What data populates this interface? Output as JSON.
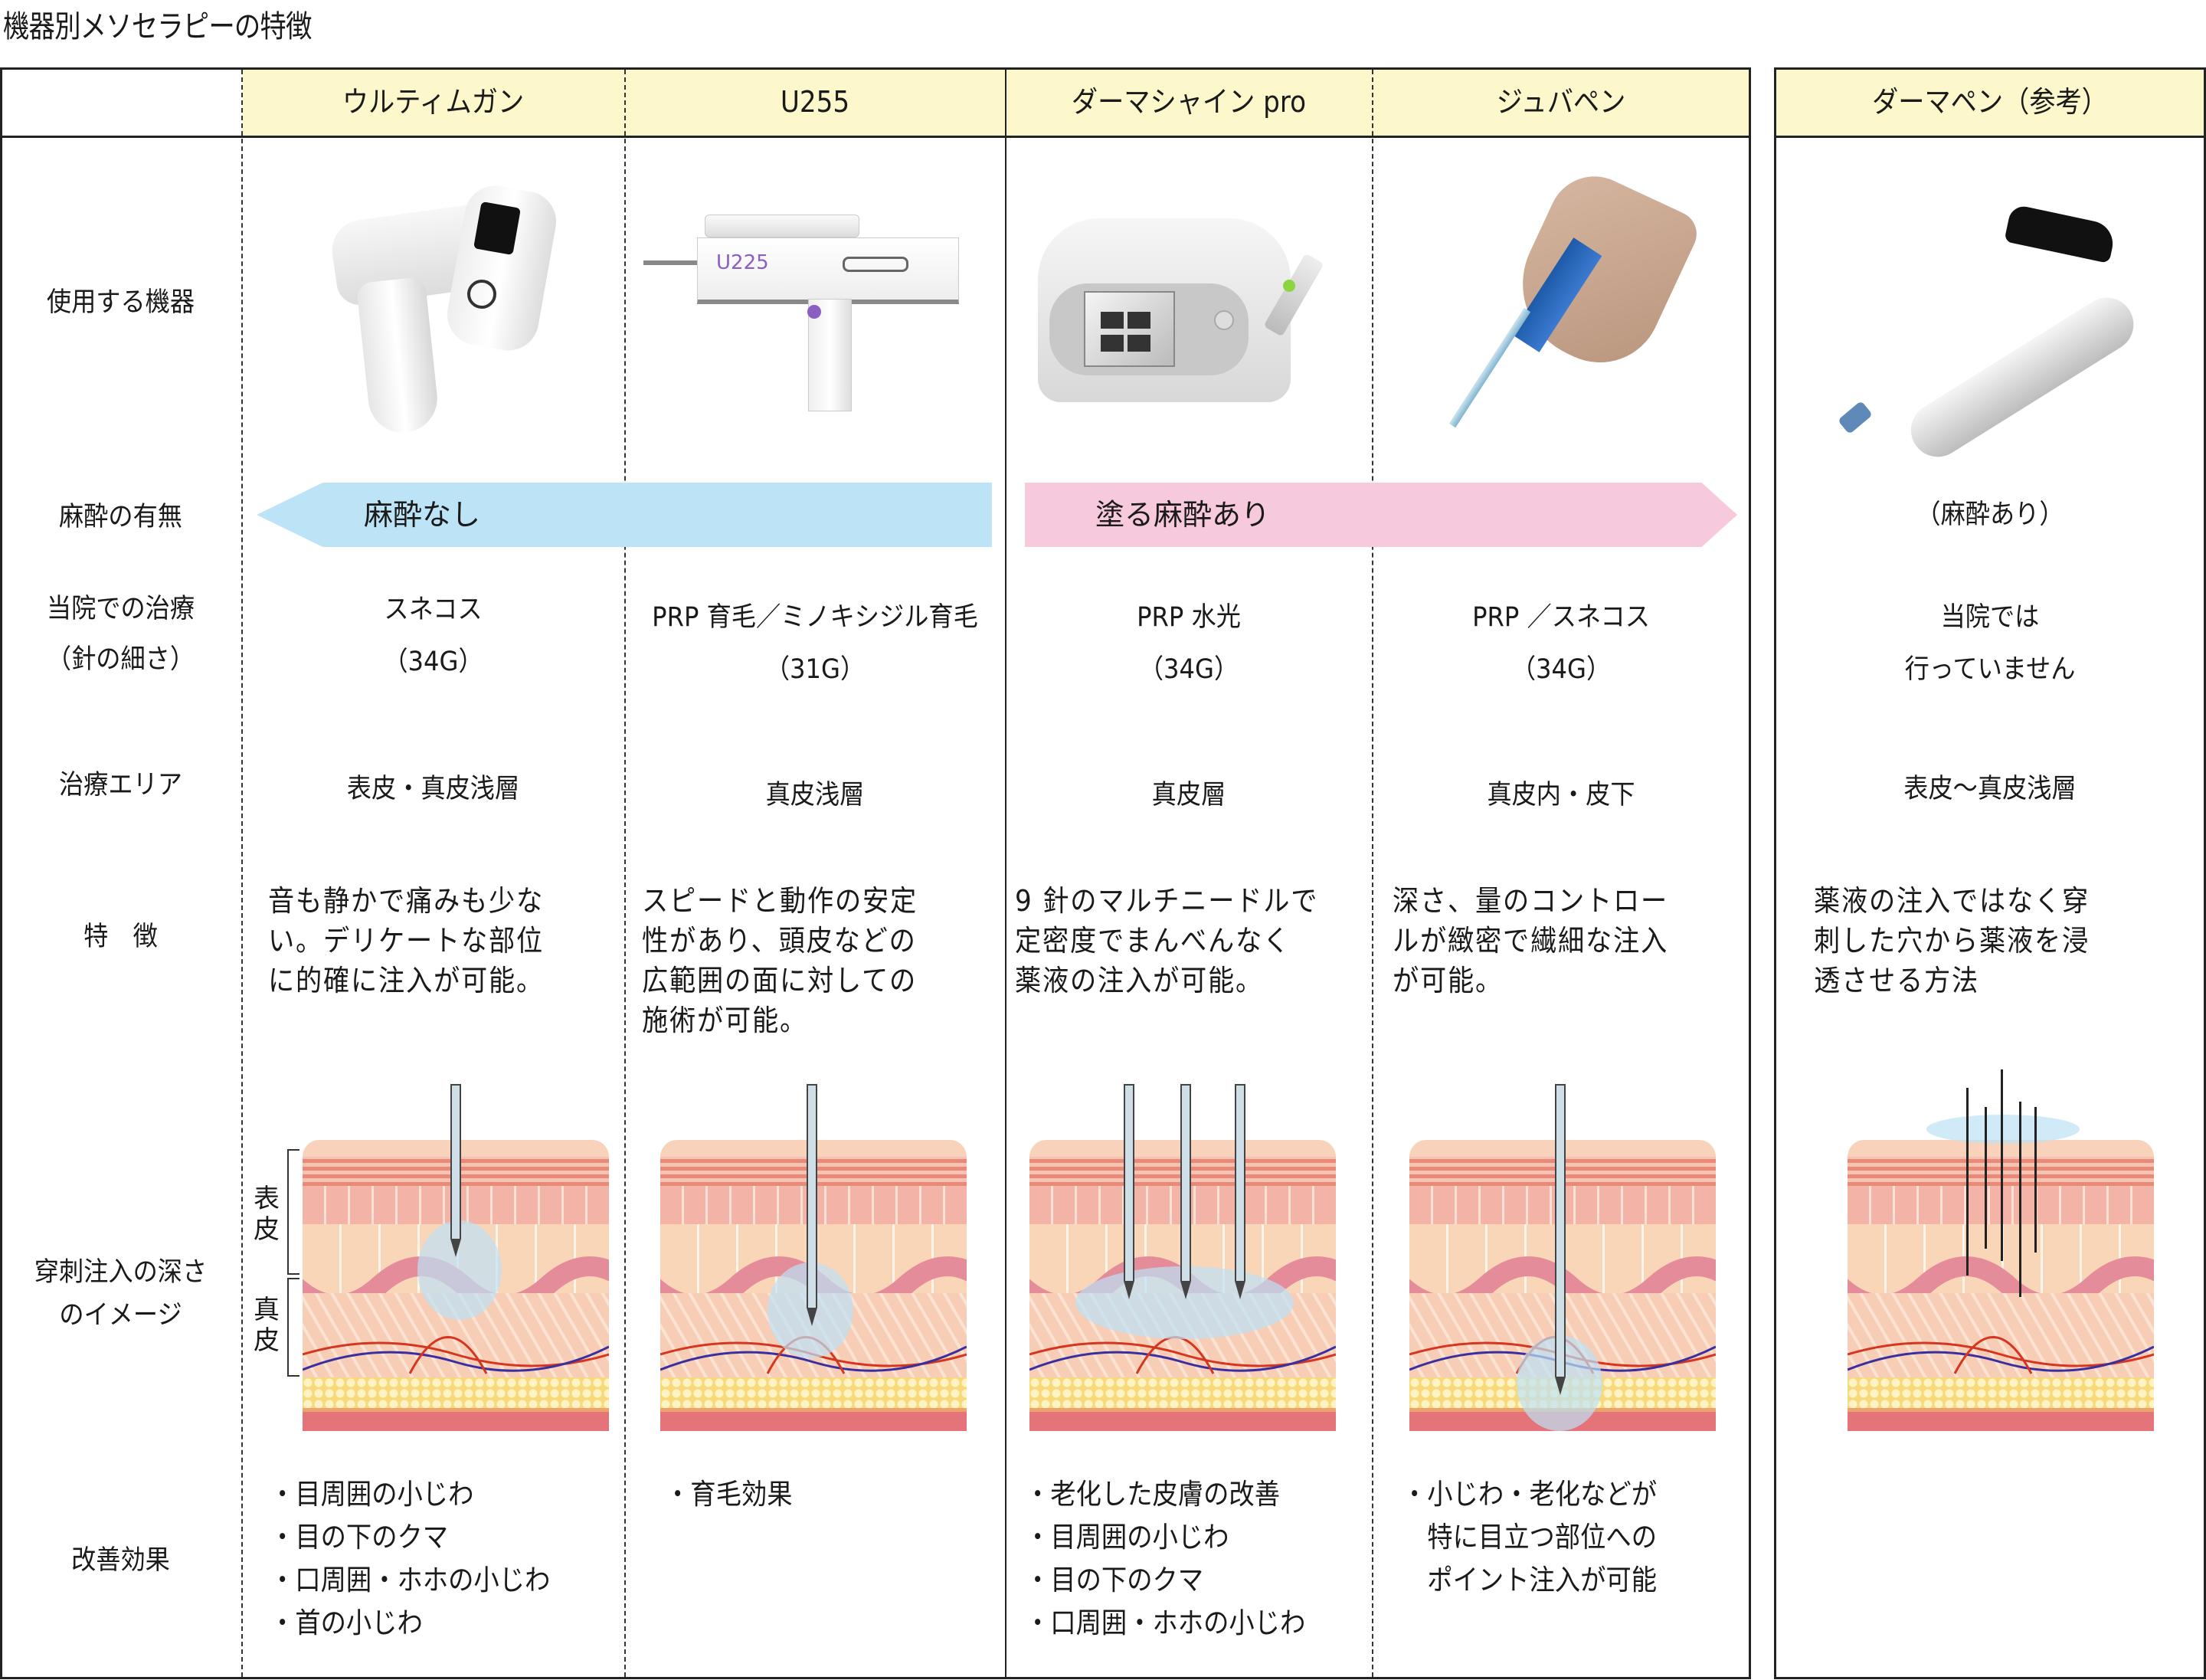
{
  "title": "機器別メソセラピーの特徴",
  "row_labels": {
    "device": "使用する機器",
    "anesthesia": "麻酔の有無",
    "treatment_line1": "当院での治療",
    "treatment_line2": "（針の細さ）",
    "area": "治療エリア",
    "features": "特　徴",
    "depth_line1": "穿刺注入の深さ",
    "depth_line2": "のイメージ",
    "effects": "改善効果"
  },
  "columns": [
    {
      "name": "ウルティムガン",
      "device_image": "ultim-gun-device",
      "treatment": [
        "スネコス",
        "（34G）"
      ],
      "area": "表皮・真皮浅層",
      "features": [
        "音も静かで痛みも少な",
        "い。デリケートな部位",
        "に的確に注入が可能。"
      ],
      "effects": [
        "・目周囲の小じわ",
        "・目の下のクマ",
        "・口周囲・ホホの小じわ",
        "・首の小じわ"
      ]
    },
    {
      "name": "U255",
      "device_image": "u225-injector-device",
      "device_brand_text": "U225",
      "treatment": [
        "PRP 育毛／ミノキシジル育毛",
        "（31G）"
      ],
      "area": "真皮浅層",
      "features": [
        "スピードと動作の安定",
        "性があり、頭皮などの",
        "広範囲の面に対しての",
        "施術が可能。"
      ],
      "effects": [
        "・育毛効果"
      ]
    },
    {
      "name": "ダーマシャイン pro",
      "device_image": "dermashine-pro-device",
      "treatment": [
        "PRP 水光",
        "（34G）"
      ],
      "area": "真皮層",
      "features": [
        "9 針のマルチニードルで",
        "定密度でまんべんなく",
        "薬液の注入が可能。"
      ],
      "effects": [
        "・老化した皮膚の改善",
        "・目周囲の小じわ",
        "・目の下のクマ",
        "・口周囲・ホホの小じわ"
      ]
    },
    {
      "name": "ジュバペン",
      "device_image": "juvapen-device",
      "treatment": [
        "PRP ／スネコス",
        "（34G）"
      ],
      "area": "真皮内・皮下",
      "features": [
        "深さ、量のコントロー",
        "ルが緻密で繊細な注入",
        "が可能。"
      ],
      "effects": [
        "・小じわ・老化などが",
        "　特に目立つ部位への",
        "　ポイント注入が可能"
      ]
    }
  ],
  "reference_column": {
    "name": "ダーマペン（参考）",
    "device_image": "dermapen-device",
    "anesthesia": "（麻酔あり）",
    "treatment": [
      "当院では",
      "行っていません"
    ],
    "area": "表皮〜真皮浅層",
    "features": [
      "薬液の注入ではなく穿",
      "刺した穴から薬液を浸",
      "透させる方法"
    ]
  },
  "anesthesia_arrows": {
    "none": {
      "label": "麻酔なし",
      "color": "#bde3f6"
    },
    "topical": {
      "label": "塗る麻酔あり",
      "color": "#f7c9dc"
    }
  },
  "skin_labels": {
    "epidermis": "表皮",
    "dermis": "真皮"
  },
  "colors": {
    "header_bg": "#fcf8cc",
    "border": "#222222"
  }
}
